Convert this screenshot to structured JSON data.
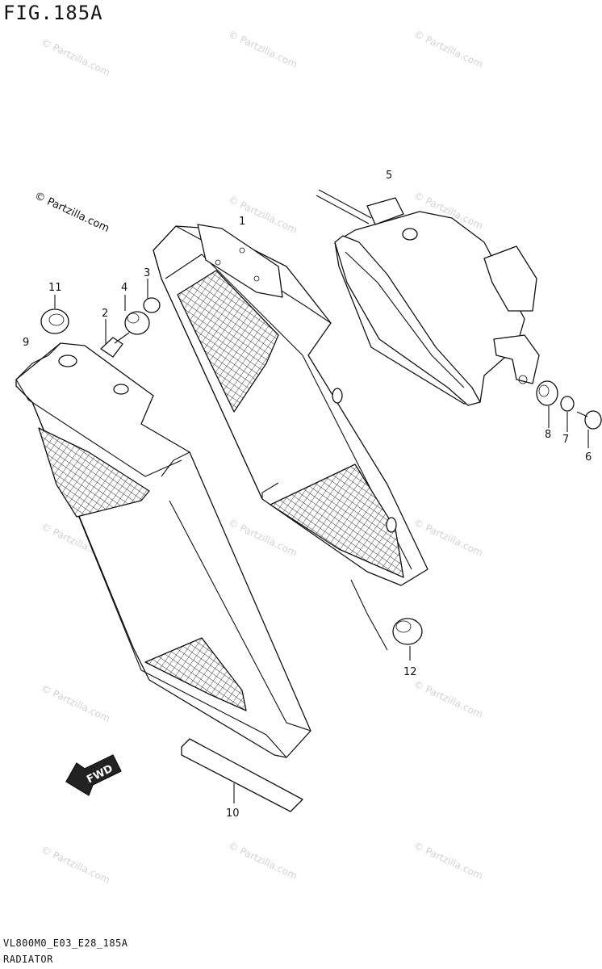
{
  "figure": {
    "title": "FIG.185A",
    "code": "VL800M0_E03_E28_185A",
    "name": "RADIATOR"
  },
  "watermark": {
    "text": "© Partzilla.com",
    "prominent_text": "© Partzilla.com"
  },
  "callouts": [
    "1",
    "2",
    "3",
    "4",
    "5",
    "6",
    "7",
    "8",
    "9",
    "10",
    "11",
    "12"
  ],
  "direction_label": "FWD"
}
